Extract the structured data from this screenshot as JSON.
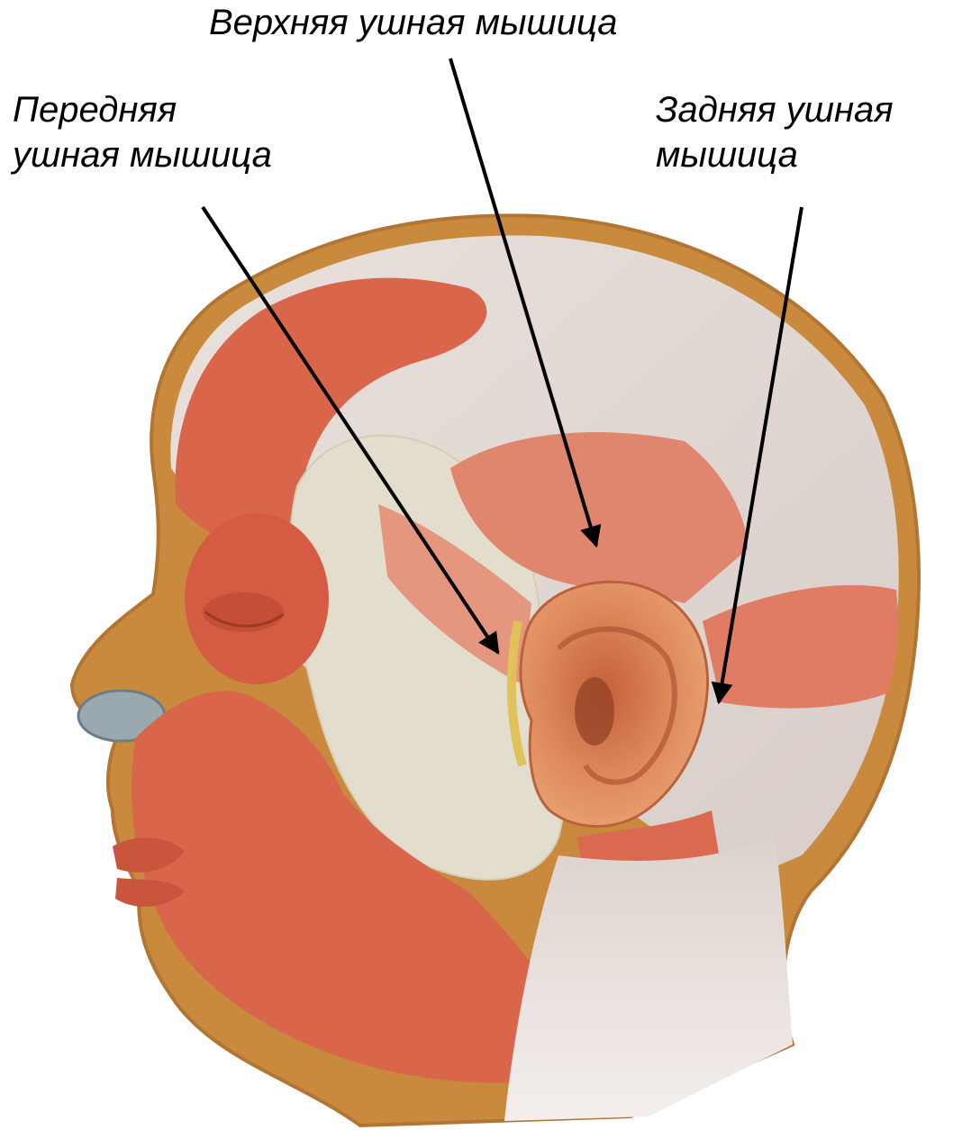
{
  "labels": {
    "superior": "Верхняя ушная мышица",
    "anterior": [
      "Передняя",
      "ушная мышица"
    ],
    "posterior": [
      "Задняя ушная",
      "мышица"
    ]
  },
  "colors": {
    "muscle": "#d9654a",
    "muscle_light": "#e8866c",
    "aponeurosis": "#e6dcd6",
    "fat": "#e3ddcd",
    "skin_edge": "#c88a3c",
    "ear": "#d97a4f",
    "cartilage": "#9aa8b0",
    "arrow": "#000000"
  }
}
